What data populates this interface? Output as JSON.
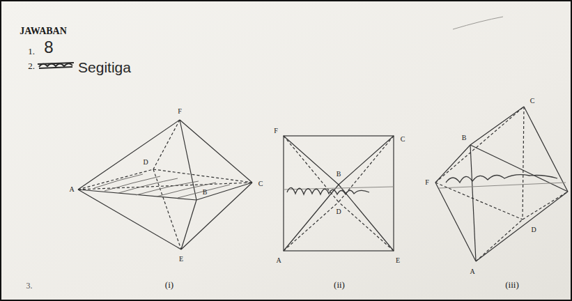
{
  "diagram": {
    "labels": [
      "JAWABAN",
      "1.",
      "8",
      "2.",
      "Segitiga",
      "F",
      "D",
      "A",
      "B",
      "C",
      "E",
      "(i)",
      "F",
      "B",
      "C",
      "D",
      "A",
      "E",
      "(ii)",
      "B",
      "C",
      "F",
      "D",
      "A",
      "(iii)",
      "3."
    ]
  }
}
